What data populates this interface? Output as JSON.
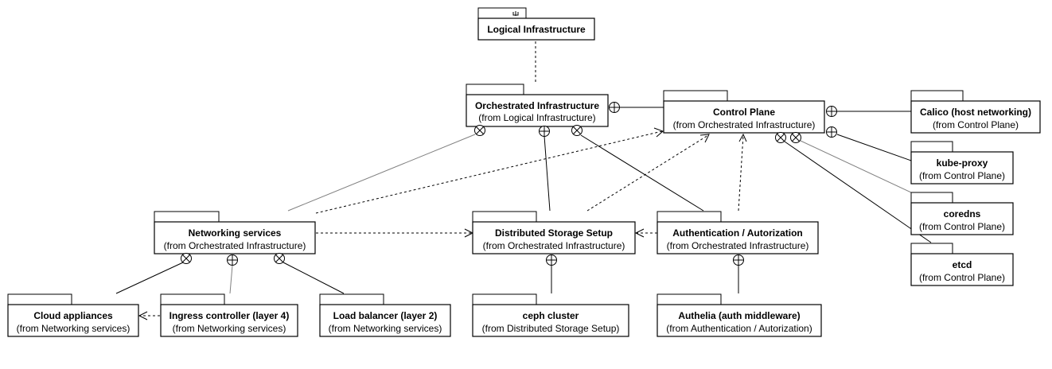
{
  "packages": {
    "logical": {
      "name": "Logical Infrastructure",
      "sub": ""
    },
    "orchestrated": {
      "name": "Orchestrated Infrastructure",
      "sub": "(from Logical Infrastructure)"
    },
    "control_plane": {
      "name": "Control Plane",
      "sub": "(from Orchestrated Infrastructure)"
    },
    "calico": {
      "name": "Calico (host networking)",
      "sub": "(from Control Plane)"
    },
    "kube_proxy": {
      "name": "kube-proxy",
      "sub": "(from Control Plane)"
    },
    "coredns": {
      "name": "coredns",
      "sub": "(from Control Plane)"
    },
    "etcd": {
      "name": "etcd",
      "sub": "(from Control Plane)"
    },
    "networking": {
      "name": "Networking services",
      "sub": "(from Orchestrated Infrastructure)"
    },
    "storage": {
      "name": "Distributed Storage Setup",
      "sub": "(from Orchestrated Infrastructure)"
    },
    "auth": {
      "name": "Authentication / Autorization",
      "sub": "(from Orchestrated Infrastructure)"
    },
    "cloud": {
      "name": "Cloud appliances",
      "sub": "(from Networking services)"
    },
    "ingress": {
      "name": "Ingress controller (layer 4)",
      "sub": "(from Networking services)"
    },
    "lb": {
      "name": "Load balancer (layer 2)",
      "sub": "(from Networking services)"
    },
    "ceph": {
      "name": "ceph cluster",
      "sub": "(from Distributed Storage Setup)"
    },
    "authelia": {
      "name": "Authelia (auth middleware)",
      "sub": "(from Authentication / Autorization)"
    }
  },
  "colors": {
    "line": "#000000",
    "secondary_line": "#808080",
    "background": "#ffffff"
  }
}
